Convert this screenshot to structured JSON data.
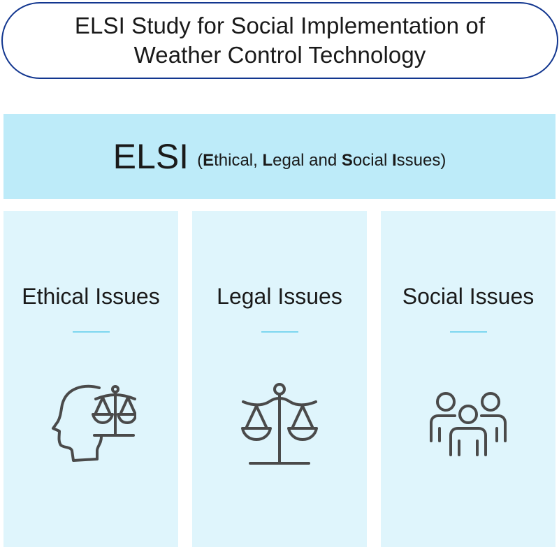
{
  "header": {
    "title_line_1": "ELSI Study for Social Implementation of",
    "title_line_2": "Weather Control Technology"
  },
  "banner": {
    "acronym": "ELSI",
    "expansion": {
      "open_paren": "(",
      "e_initial": "E",
      "e_rest": "thical, ",
      "l_initial": "L",
      "l_rest": "egal and ",
      "s_initial": "S",
      "s_rest": "ocial ",
      "i_initial": "I",
      "i_rest": "ssues",
      "close_paren": ")"
    }
  },
  "columns": [
    {
      "title": "Ethical Issues",
      "icon": "head-with-scales-icon"
    },
    {
      "title": "Legal Issues",
      "icon": "balance-scale-icon"
    },
    {
      "title": "Social Issues",
      "icon": "people-group-icon"
    }
  ],
  "colors": {
    "pill_border": "#12368f",
    "banner_bg": "#bdebf9",
    "column_bg": "#dff5fc",
    "divider": "#7dd6ef",
    "icon_stroke": "#4a4a4a",
    "text": "#1a1a1a"
  }
}
